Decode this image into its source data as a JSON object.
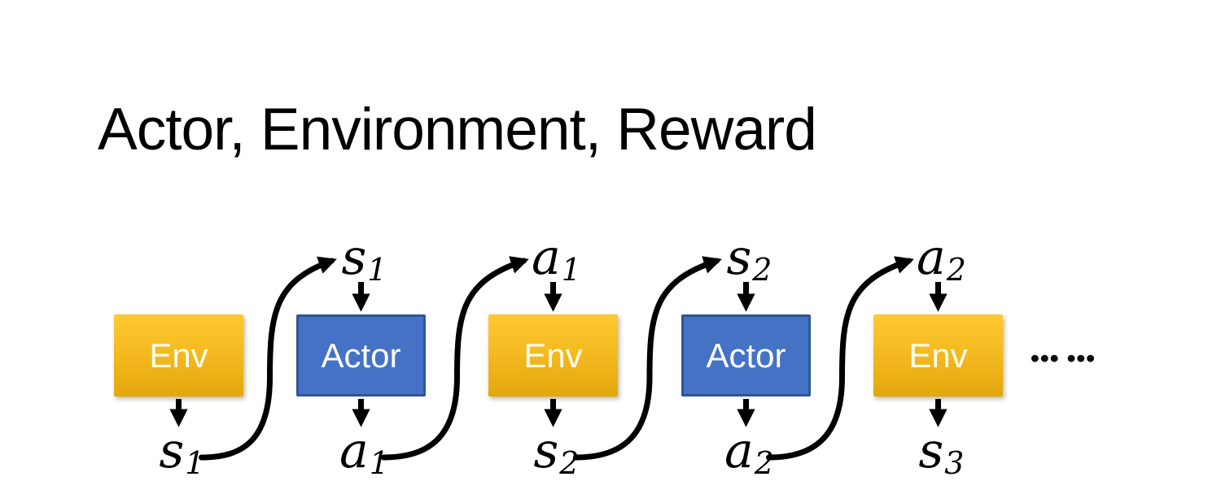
{
  "slide": {
    "title": "Actor, Environment, Reward"
  },
  "diagram": {
    "nodes": [
      {
        "id": "env-1",
        "label": "Env",
        "kind": "env",
        "input": null,
        "output": {
          "base": "s",
          "sub": "1"
        }
      },
      {
        "id": "actor-1",
        "label": "Actor",
        "kind": "actor",
        "input": {
          "base": "s",
          "sub": "1"
        },
        "output": {
          "base": "a",
          "sub": "1"
        }
      },
      {
        "id": "env-2",
        "label": "Env",
        "kind": "env",
        "input": {
          "base": "a",
          "sub": "1"
        },
        "output": {
          "base": "s",
          "sub": "2"
        }
      },
      {
        "id": "actor-2",
        "label": "Actor",
        "kind": "actor",
        "input": {
          "base": "s",
          "sub": "2"
        },
        "output": {
          "base": "a",
          "sub": "2"
        }
      },
      {
        "id": "env-3",
        "label": "Env",
        "kind": "env",
        "input": {
          "base": "a",
          "sub": "2"
        },
        "output": {
          "base": "s",
          "sub": "3"
        }
      }
    ],
    "ellipsis_groups": [
      "•••",
      "•••"
    ]
  },
  "colors": {
    "background": "#FFFFFF",
    "title_text": "#000000",
    "env_fill_top": "#FFC930",
    "env_fill_bottom": "#E2A80C",
    "env_text": "#FFFDEE",
    "actor_fill": "#4472C4",
    "actor_border": "#2F5597",
    "actor_text": "#FFFFFF",
    "arrow": "#000000"
  }
}
